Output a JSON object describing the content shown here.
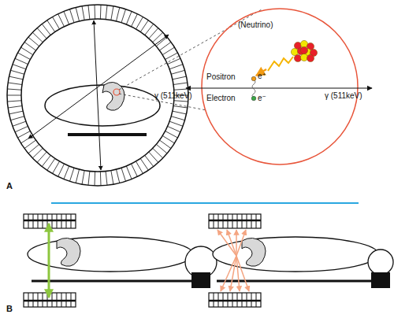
{
  "diagram": {
    "labels": [
      "(Neutrino)",
      "Positron",
      "e⁺",
      "Electron",
      "e⁻",
      "γ (511keV)",
      "γ (511keV)",
      "A",
      "B"
    ]
  }
}
